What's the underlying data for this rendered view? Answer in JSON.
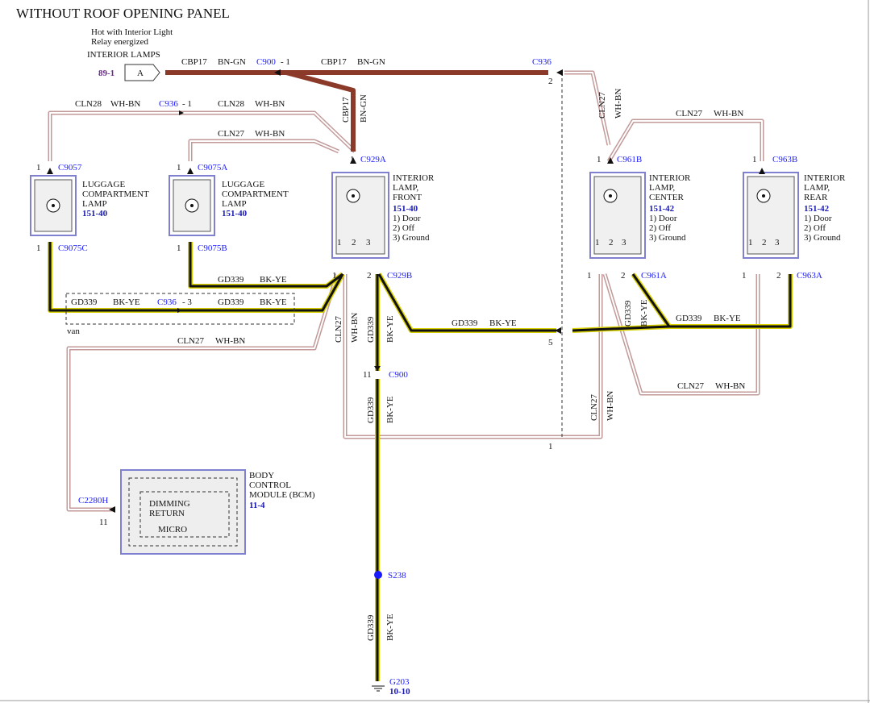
{
  "title": "WITHOUT ROOF OPENING PANEL",
  "source": {
    "note_line1": "Hot with Interior Light",
    "note_line2": "Relay energized",
    "label": "INTERIOR LAMPS",
    "ref": "89-1",
    "connector": "A"
  },
  "wires": {
    "cbp17": "CBP17",
    "bn_gn": "BN-GN",
    "cln28": "CLN28",
    "cln27": "CLN27",
    "wh_bn": "WH-BN",
    "gd339": "GD339",
    "bk_ye": "BK-YE"
  },
  "connectors": {
    "c900_top": "C900",
    "c900_top_pin": "- 1",
    "c936_top": "C936",
    "c936_top_pin": "2",
    "c936_mid": "C936",
    "c936_mid_pin": "- 1",
    "c936_van": "C936",
    "c936_van_pin": "- 3",
    "c9057": "C9057",
    "c9075a": "C9075A",
    "c9075c": "C9075C",
    "c9075b": "C9075B",
    "c929a": "C929A",
    "c929b": "C929B",
    "c961b": "C961B",
    "c961a": "C961A",
    "c963b": "C963B",
    "c963a": "C963A",
    "c900_mid": "C900",
    "c900_mid_pin": "11",
    "c2280h": "C2280H",
    "c2280h_pin": "11",
    "c936_pin5": "5",
    "c936_pin1": "1",
    "s238": "S238",
    "g203": "G203",
    "g203_ref": "10-10"
  },
  "pins": {
    "p1": "1",
    "p2": "2",
    "p3": "3"
  },
  "van_label": "van",
  "components": {
    "luggage1": {
      "l1": "LUGGAGE",
      "l2": "COMPARTMENT",
      "l3": "LAMP",
      "ref": "151-40"
    },
    "luggage2": {
      "l1": "LUGGAGE",
      "l2": "COMPARTMENT",
      "l3": "LAMP",
      "ref": "151-40"
    },
    "front": {
      "l1": "INTERIOR",
      "l2": "LAMP,",
      "l3": "FRONT",
      "ref": "151-40",
      "o1": "1) Door",
      "o2": "2) Off",
      "o3": "3) Ground"
    },
    "center": {
      "l1": "INTERIOR",
      "l2": "LAMP,",
      "l3": "CENTER",
      "ref": "151-42",
      "o1": "1) Door",
      "o2": "2) Off",
      "o3": "3) Ground"
    },
    "rear": {
      "l1": "INTERIOR",
      "l2": "LAMP,",
      "l3": "REAR",
      "ref": "151-42",
      "o1": "1) Door",
      "o2": "2) Off",
      "o3": "3) Ground"
    },
    "bcm": {
      "l1": "BODY",
      "l2": "CONTROL",
      "l3": "MODULE (BCM)",
      "ref": "11-4",
      "inner1": "DIMMING",
      "inner2": "RETURN",
      "inner3": "MICRO"
    }
  },
  "colors": {
    "bn_gn_wire": "#8b3a2a",
    "wh_bn_wire": "#c8a0a0",
    "bk_ye_outer": "#e8e000",
    "bk_ye_inner": "#111111",
    "connector_blue": "#1a1aff",
    "box_border": "#8080d0"
  }
}
